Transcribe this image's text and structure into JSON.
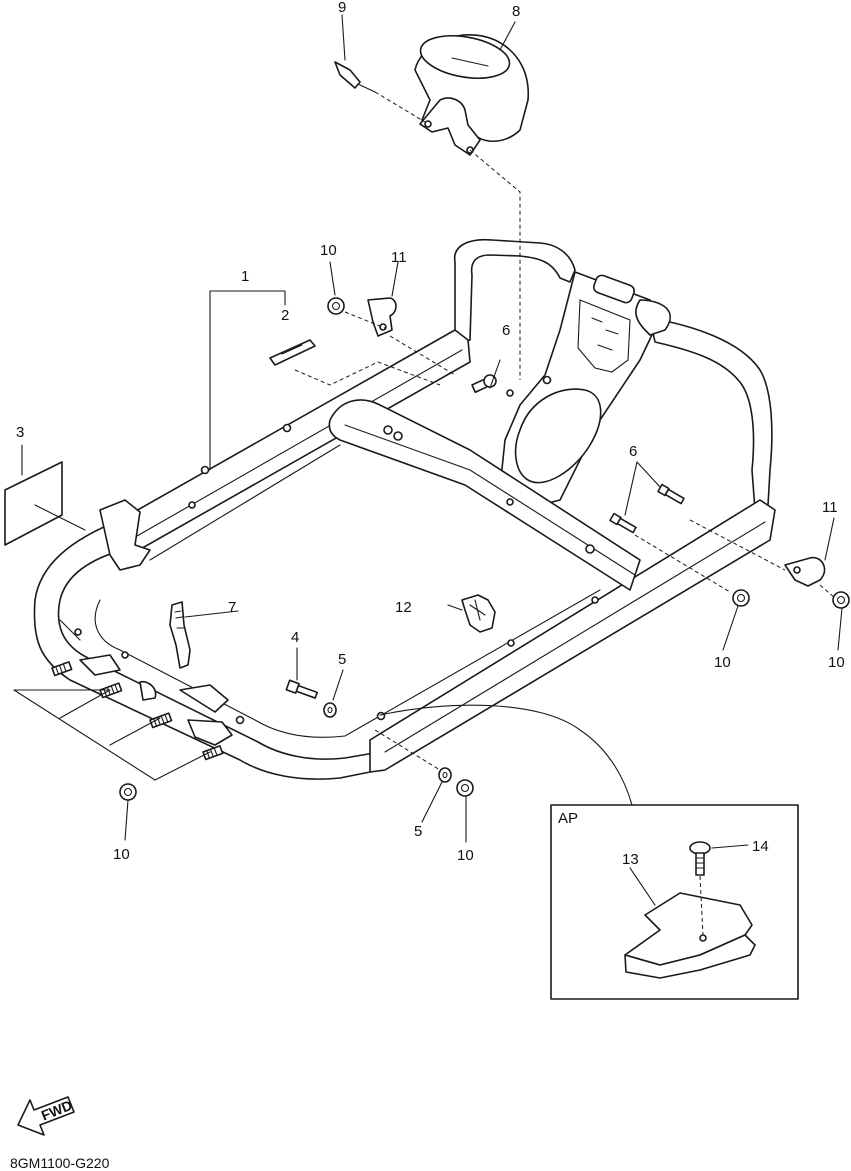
{
  "diagram_code": "8GM1100-G220",
  "fwd_label": "FWD",
  "inset_label": "AP",
  "callouts": {
    "c1": "1",
    "c2": "2",
    "c3": "3",
    "c4": "4",
    "c5a": "5",
    "c5b": "5",
    "c6a": "6",
    "c6b": "6",
    "c7": "7",
    "c8": "8",
    "c9": "9",
    "c10a": "10",
    "c10b": "10",
    "c10c": "10",
    "c10d": "10",
    "c10e": "10",
    "c11a": "11",
    "c11b": "11",
    "c12": "12",
    "c13": "13",
    "c14": "14"
  }
}
